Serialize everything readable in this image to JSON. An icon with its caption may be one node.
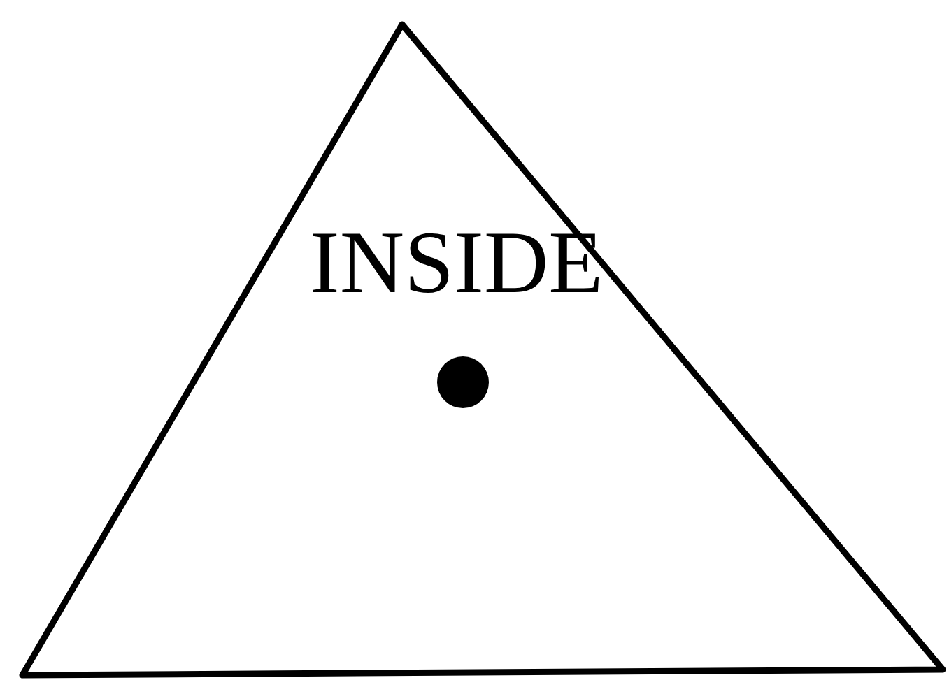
{
  "diagram": {
    "nodes": [
      {
        "text": [
          "INSIDE"
        ]
      },
      {
        "text": [],
        "shape": "circle",
        "in": 0
      }
    ]
  }
}
